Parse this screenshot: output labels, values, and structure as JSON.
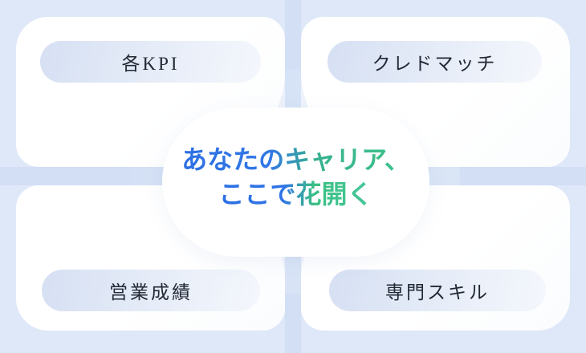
{
  "theme": {
    "background_color": "#dfe8f8",
    "band_color": "#cddaf3",
    "card_color": "#ffffff",
    "pill_gradient_start": "#d6e0f3",
    "pill_gradient_end": "#f4f7fc",
    "pill_text_color": "#222834",
    "slogan_blue": "#2c70e4",
    "slogan_green": "#3fc489"
  },
  "cards": [
    {
      "position": "top-left",
      "label": "各KPI"
    },
    {
      "position": "top-right",
      "label": "クレドマッチ"
    },
    {
      "position": "bottom-left",
      "label": "営業成績"
    },
    {
      "position": "bottom-right",
      "label": "専門スキル"
    }
  ],
  "center": {
    "line1": "あなたのキャリア、",
    "line2": "ここで花開く"
  }
}
